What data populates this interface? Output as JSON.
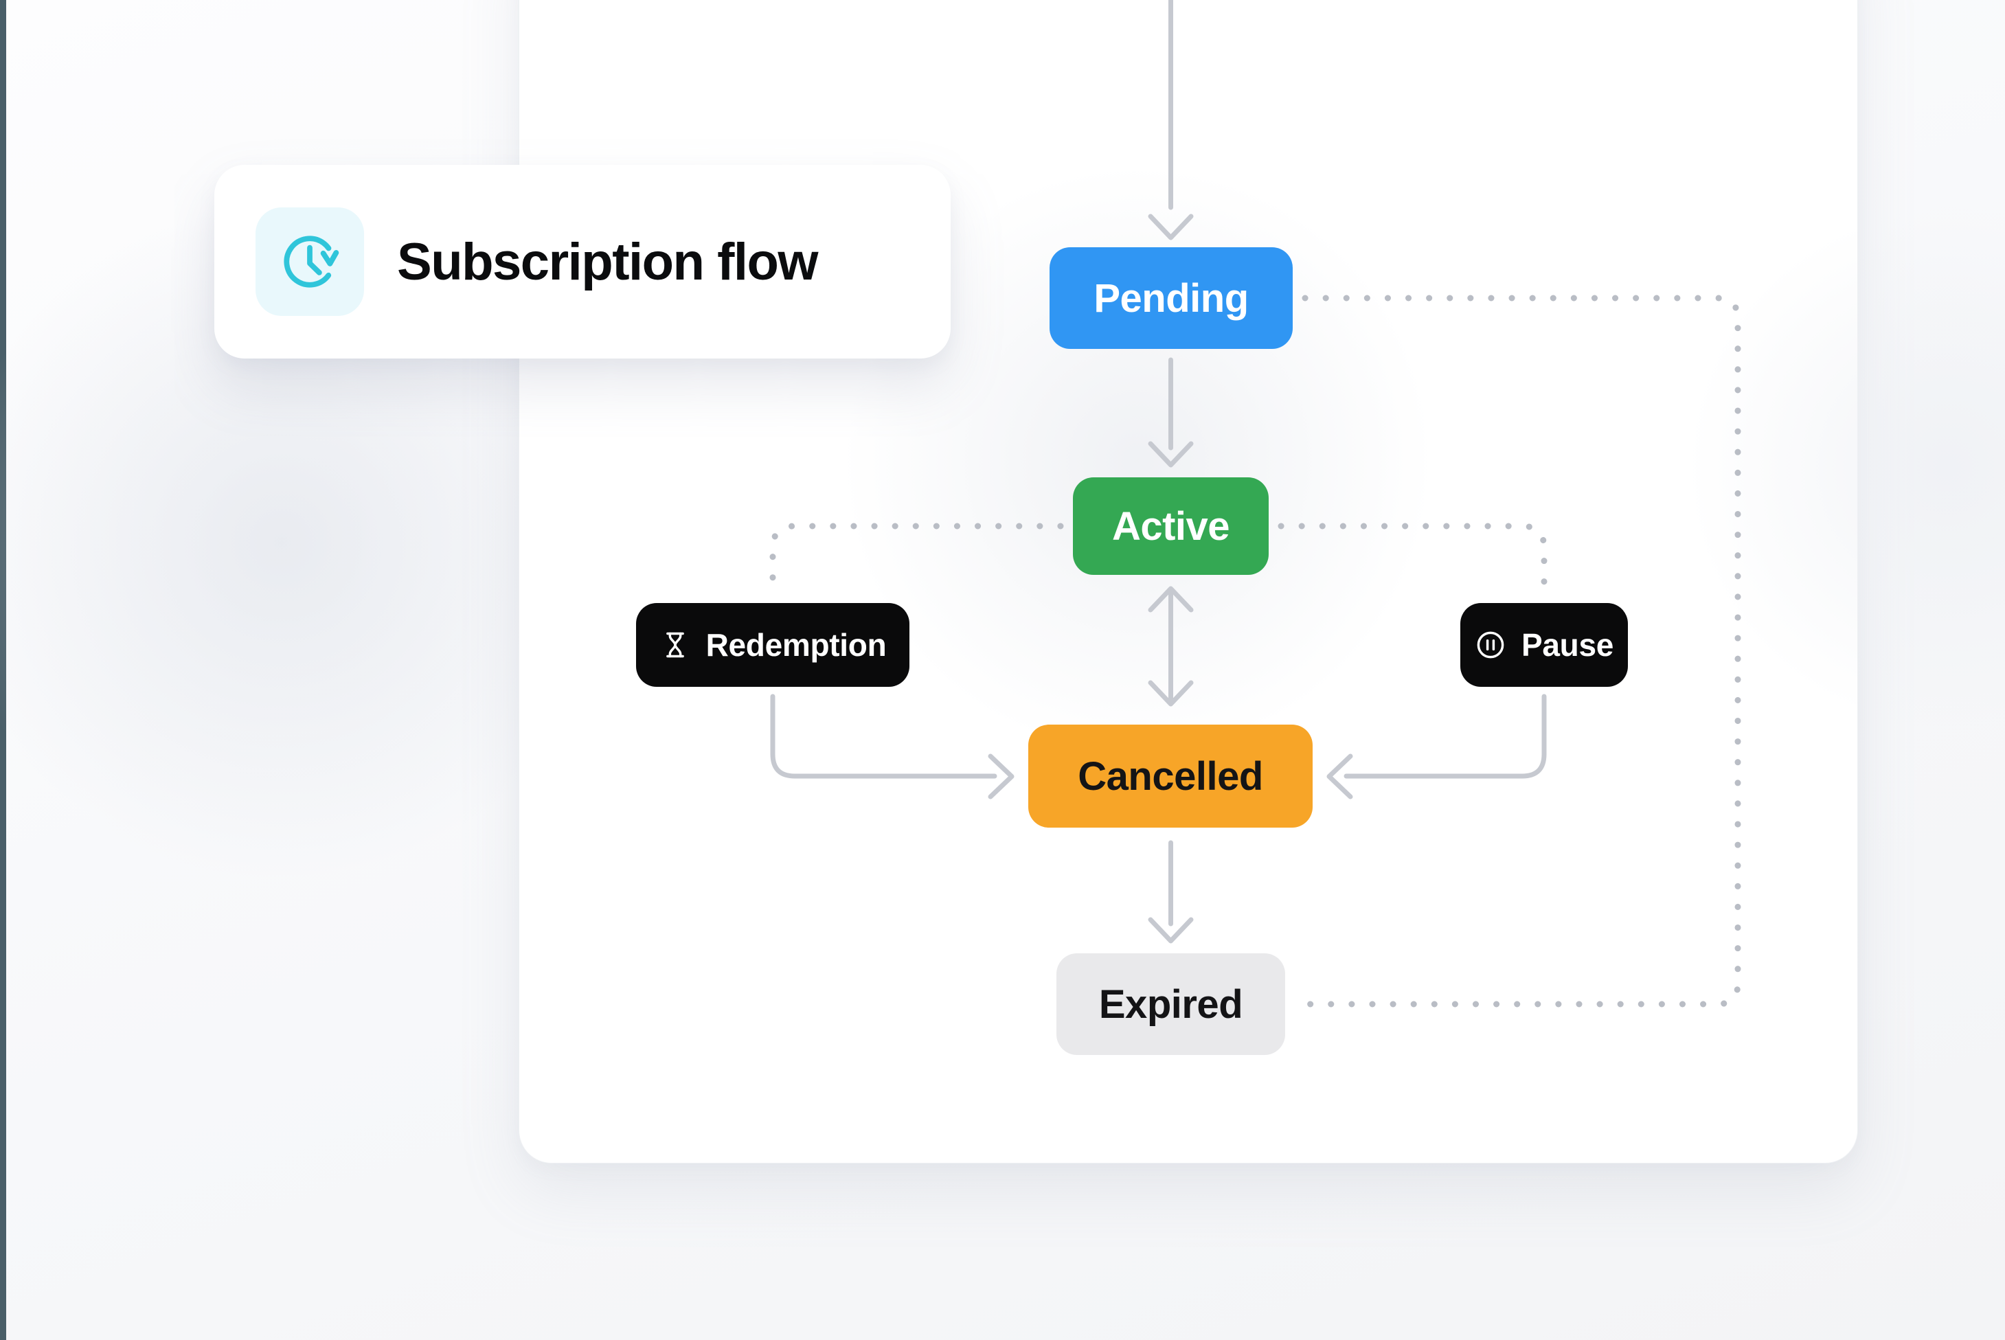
{
  "header_card": {
    "title": "Subscription flow",
    "icon": "history-clock-icon",
    "icon_color": "#2fc5da",
    "icon_bg": "#e9f8fc"
  },
  "flow": {
    "nodes": {
      "pending": {
        "label": "Pending",
        "bg": "#3096f3",
        "text": "#ffffff"
      },
      "active": {
        "label": "Active",
        "bg": "#34a853",
        "text": "#ffffff"
      },
      "redemption": {
        "label": "Redemption",
        "bg": "#0a0a0b",
        "text": "#ffffff",
        "icon": "hourglass-icon"
      },
      "pause": {
        "label": "Pause",
        "bg": "#0a0a0b",
        "text": "#ffffff",
        "icon": "pause-circle-icon"
      },
      "cancelled": {
        "label": "Cancelled",
        "bg": "#f7a528",
        "text": "#141416"
      },
      "expired": {
        "label": "Expired",
        "bg": "#e9e9eb",
        "text": "#141416"
      }
    },
    "edges": [
      {
        "from": "start",
        "to": "pending",
        "style": "solid-arrow"
      },
      {
        "from": "pending",
        "to": "active",
        "style": "solid-arrow"
      },
      {
        "from": "active",
        "to": "cancelled",
        "style": "solid-double-arrow"
      },
      {
        "from": "cancelled",
        "to": "expired",
        "style": "solid-arrow"
      },
      {
        "from": "redemption",
        "to": "cancelled",
        "style": "solid-elbow-arrow"
      },
      {
        "from": "pause",
        "to": "cancelled",
        "style": "solid-elbow-arrow"
      },
      {
        "from": "pending",
        "to": "expired",
        "style": "dotted-elbow"
      },
      {
        "from": "active",
        "to": "redemption",
        "style": "dotted-elbow"
      },
      {
        "from": "active",
        "to": "pause",
        "style": "dotted-elbow"
      }
    ],
    "line_color": "#c6c9d0",
    "dot_color": "#b9bdc5"
  },
  "page": {
    "accent_strip_color": "#4a5f69",
    "panel_bg": "#ffffff"
  }
}
